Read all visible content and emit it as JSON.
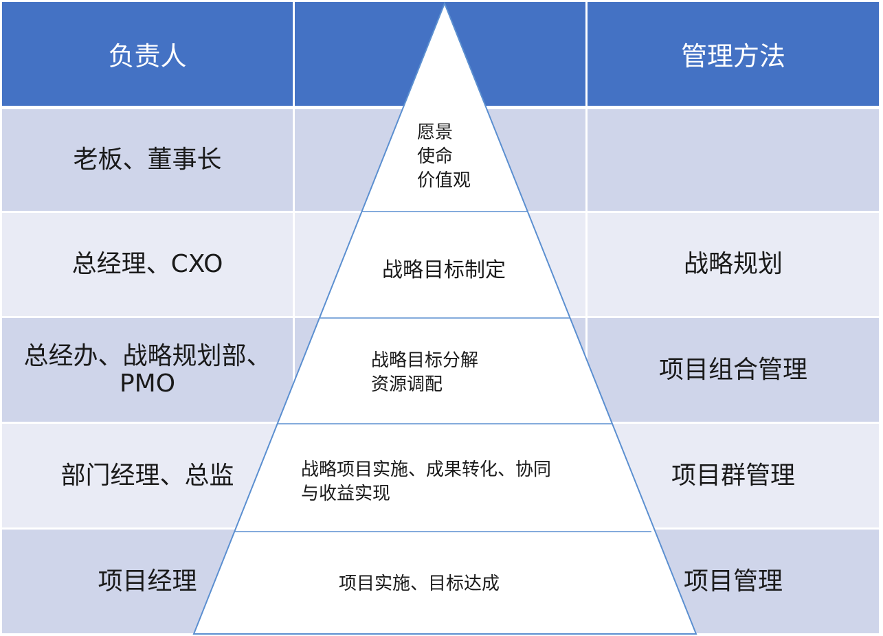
{
  "header": {
    "left": "负责人",
    "middle": "",
    "right": "管理方法"
  },
  "rows": [
    {
      "owner": "老板、董事长",
      "method": "",
      "level_lines": [
        "愿景",
        "使命",
        "价值观"
      ]
    },
    {
      "owner": "总经理、CXO",
      "method": "战略规划",
      "level_lines": [
        "战略目标制定"
      ]
    },
    {
      "owner_lines": [
        "总经办、战略规划部、",
        "PMO"
      ],
      "method": "项目组合管理",
      "level_lines": [
        "战略目标分解",
        "资源调配"
      ]
    },
    {
      "owner": "部门经理、总监",
      "method": "项目群管理",
      "level_lines": [
        "战略项目实施、成果转化、协同",
        "与收益实现"
      ]
    },
    {
      "owner": "项目经理",
      "method": "项目管理",
      "level_lines": [
        "项目实施、目标达成"
      ]
    }
  ],
  "colors": {
    "header": "#4472c4",
    "row_odd": "#cfd5ea",
    "row_even": "#e9ebf5",
    "pyramid_stroke": "#5b8fd0",
    "pyramid_fill": "#ffffff"
  }
}
